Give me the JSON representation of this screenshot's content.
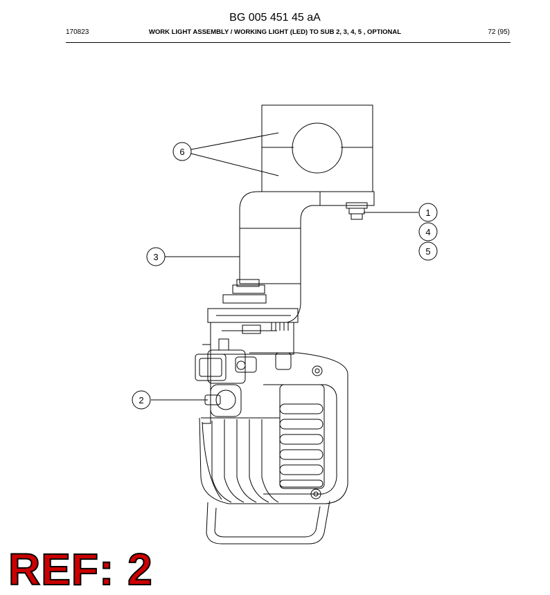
{
  "header": {
    "doc_number": "BG 005 451 45 aA",
    "date": "170823",
    "section_title": "WORK LIGHT ASSEMBLY / WORKING LIGHT (LED) TO SUB 2, 3, 4, 5 , OPTIONAL",
    "page": "72 (95)"
  },
  "callouts": [
    "6",
    "1",
    "4",
    "5",
    "3",
    "2"
  ],
  "ref_stamp": "REF: 2"
}
